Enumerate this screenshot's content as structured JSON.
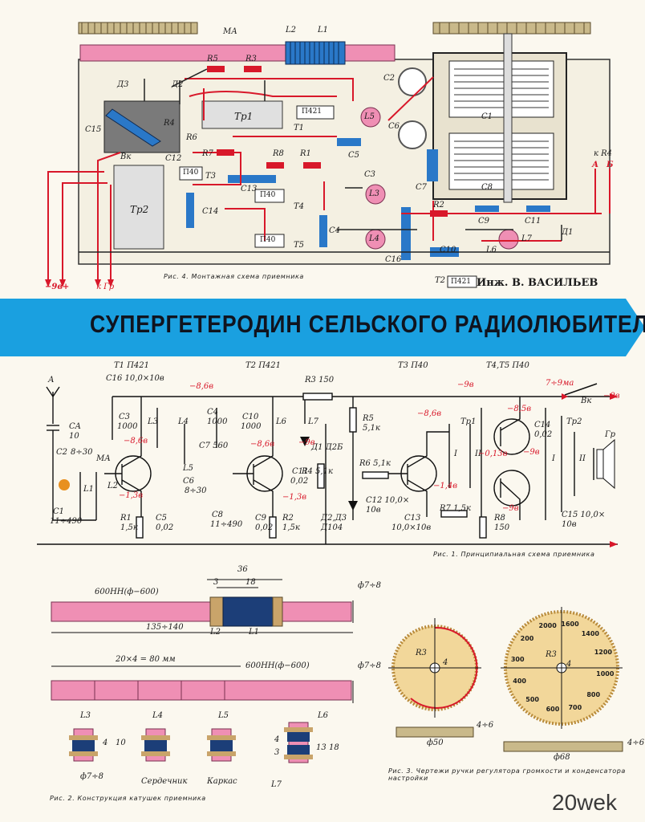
{
  "header_text": {
    "title": "СУПЕРГЕТЕРОДИН СЕЛЬСКОГО РАДИОЛЮБИТЕЛЯ",
    "author": "Инж. В. ВАСИЛЬЕВ",
    "watermark": "20wek"
  },
  "fig4": {
    "caption": "Рис. 4. Монтажная схема приемника",
    "labels": {
      "ma": "МА",
      "l2": "L2",
      "l1": "L1",
      "r5": "R5",
      "r3": "R3",
      "d3": "Д3",
      "d2": "Д2",
      "tr1": "Тр1",
      "tr2": "Тр2",
      "p421": "П421",
      "t1": "T1",
      "c15": "C15",
      "r4": "R4",
      "vk": "Вк",
      "c12": "C12",
      "r6": "R6",
      "r7": "R7",
      "r8": "R8",
      "r1": "R1",
      "t3": "T3",
      "c13": "C13",
      "p40a": "П40",
      "p40b": "П40",
      "t4": "T4",
      "t5": "T5",
      "c14": "C14",
      "c4": "C4",
      "l5": "L5",
      "l3": "L3",
      "l4": "L4",
      "c2": "C2",
      "c6": "C6",
      "c7": "C7",
      "c1": "C1",
      "c8": "C8",
      "c3": "C3",
      "c5": "C5",
      "c16": "C16",
      "c10": "C10",
      "c9": "C9",
      "c11": "C11",
      "l6": "L6",
      "l7": "L7",
      "d1": "Д1",
      "r2": "R2",
      "kr4": "к R4",
      "a": "А",
      "b": "Б",
      "t2": "T2",
      "p421b": "П421",
      "p40t3": "П40",
      "minus9v": "−9в+",
      "kgr": "к Гр"
    }
  },
  "fig1": {
    "caption": "Рис. 1. Принципиальная схема приемника",
    "transistors": {
      "t1": "T1 П421",
      "t2": "T2 П421",
      "t3": "T3 П40",
      "t45": "T4,T5 П40"
    },
    "components": {
      "a": "А",
      "ca": "CA",
      "ca_v": "10",
      "c2": "C2",
      "c2_v": "8÷30",
      "ma": "МА",
      "l1": "L1",
      "l2": "L2",
      "c1": "C1",
      "c1_v": "11÷490",
      "c16": "C16 10,0×10в",
      "c3": "C3",
      "c3_v": "1000",
      "l3": "L3",
      "l4": "L4",
      "c4": "C4",
      "c4_v": "1000",
      "c7": "C7 560",
      "l5": "L5",
      "c6": "C6",
      "c6_v": "8÷30",
      "c8": "C8",
      "c8_v": "11÷490",
      "r1": "R1",
      "r1_v": "1,5к",
      "c5": "C5",
      "c5_v": "0,02",
      "c10": "C10",
      "c10_v": "1000",
      "l6": "L6",
      "l7": "L7",
      "d1": "Д1 Д2Б",
      "c9": "C9",
      "c9_v": "0,02",
      "c11": "C11",
      "c11_v": "0,02",
      "r2": "R2",
      "r2_v": "1,5к",
      "r3": "R3 150",
      "r4": "R4 5,1к",
      "d23": "Д2,Д3",
      "d104": "Д104",
      "r5": "R5",
      "r5_v": "5,1к",
      "r6": "R6 5,1к",
      "c12": "C12 10,0×",
      "c12_v": "10в",
      "c13": "C13",
      "c13_v": "10,0×10в",
      "r7": "R7 1,5к",
      "tr1": "Тр1",
      "r8": "R8",
      "r8_v": "150",
      "c14": "C14",
      "c14_v": "0,02",
      "tr2": "Тр2",
      "gr": "Гр",
      "vk": "Вк",
      "c15": "C15 10,0×",
      "c15_v": "10в",
      "i1": "I",
      "ii1": "II",
      "i2": "I",
      "ii2": "II"
    },
    "voltages": {
      "v1": "−8,6в",
      "v2": "−8,6в",
      "v3": "−9в",
      "v4": "−8,6в",
      "v5": "−8,6в",
      "v6": "−1,3в",
      "v7": "−1,3в",
      "v8": "−8,5в",
      "v9": "−1,4в",
      "v10": "−9в",
      "v11": "−0,13в",
      "v12": "−9в",
      "v13": "7÷9ма",
      "v14": "−9в",
      "v15": "−9в"
    }
  },
  "fig2": {
    "caption": "Рис. 2. Конструкция катушек приемника",
    "rod1": {
      "material": "600НН(ф−600)",
      "total": "135÷140",
      "d1": "36",
      "d2": "18",
      "d3": "3",
      "dia": "ф7÷8",
      "l2": "L2",
      "l1": "L1"
    },
    "rod2": {
      "material": "600НН(ф−600)",
      "len": "20×4 = 80 мм",
      "dia": "ф7÷8"
    },
    "coils": {
      "l3": "L3",
      "l4": "L4",
      "l5": "L5",
      "l6": "L6",
      "l7": "L7",
      "dim4": "4",
      "dim10": "10",
      "dim3": "3",
      "dim4b": "4",
      "dim13": "13",
      "dim18": "18",
      "dia": "ф7÷8",
      "core": "Сердечник",
      "frame": "Каркас"
    }
  },
  "fig3": {
    "caption": "Рис. 3. Чертежи ручки регулятора громкости и конденсатора настройки",
    "knob1": {
      "r": "R3",
      "dim": "4",
      "dia": "ф50",
      "h": "4÷6"
    },
    "knob2": {
      "r": "R3",
      "dim": "4",
      "dia": "ф68",
      "h": "4÷6",
      "scale": [
        "1600",
        "1400",
        "1200",
        "1000",
        "800",
        "700",
        "600",
        "500",
        "400",
        "300",
        "200",
        "2000"
      ]
    }
  },
  "colors": {
    "banner": "#1aa0e0",
    "rod": "#ef8fb4",
    "red": "#d8182a",
    "board": "#f4f0e2",
    "blue": "#2a78c8"
  }
}
